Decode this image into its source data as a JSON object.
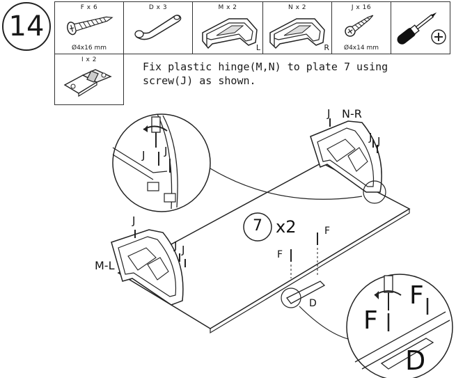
{
  "step": {
    "number": "14"
  },
  "parts": [
    {
      "id": "F",
      "label": "F x 6",
      "sub": "Ø4x16 mm",
      "corner": "",
      "icon": "screw-long-icon"
    },
    {
      "id": "D",
      "label": "D x 3",
      "sub": "",
      "corner": "",
      "icon": "handle-icon"
    },
    {
      "id": "M",
      "label": "M x 2",
      "sub": "",
      "corner": "L",
      "icon": "plastic-hinge-left-icon"
    },
    {
      "id": "N",
      "label": "N x 2",
      "sub": "",
      "corner": "R",
      "icon": "plastic-hinge-right-icon"
    },
    {
      "id": "J",
      "label": "J x 16",
      "sub": "Ø4x14 mm",
      "corner": "",
      "icon": "screw-short-icon"
    },
    {
      "id": "tool",
      "label": "",
      "sub": "",
      "corner": "",
      "icon": "screwdriver-icon"
    },
    {
      "id": "I",
      "label": "I x 2",
      "sub": "",
      "corner": "",
      "icon": "hinge-bracket-icon"
    }
  ],
  "instruction": "Fix plastic hinge(M,N) to plate 7 using\nscrew(J) as shown.",
  "callouts": {
    "screw_j": "J",
    "screw_f": "F",
    "hinge_right": "N-R",
    "hinge_left": "M-L",
    "plate_number": "7",
    "plate_qty": "x2",
    "handle_d": "D"
  }
}
